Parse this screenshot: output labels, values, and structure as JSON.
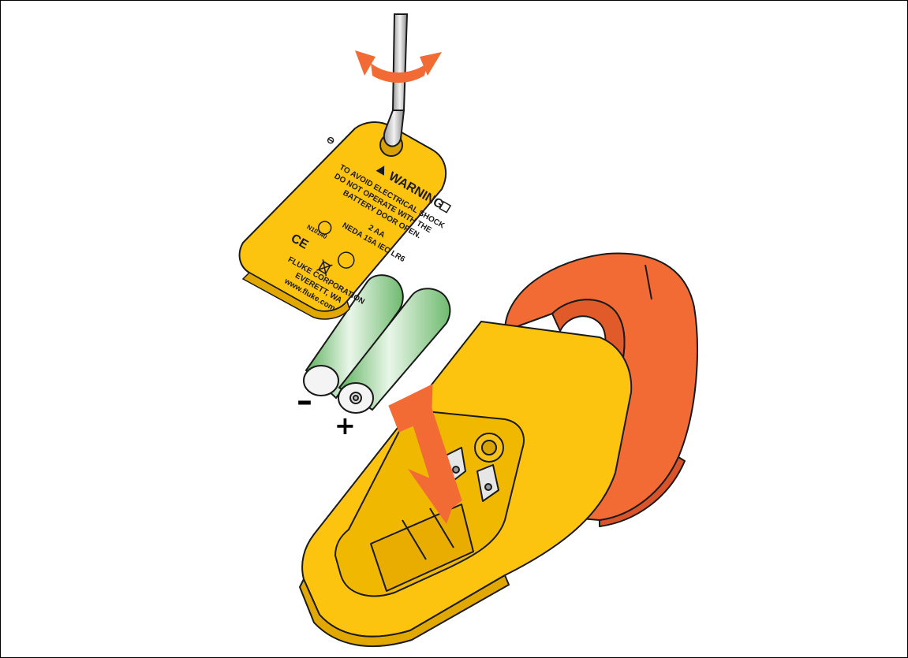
{
  "figure": {
    "polarity": {
      "minus": "–",
      "plus": "+"
    },
    "battery_door": {
      "warning_title": "WARNING",
      "warning_line1": "TO AVOID ELECTRICAL SHOCK",
      "warning_line2": "DO NOT OPERATE WITH THE",
      "warning_line3": "BATTERY DOOR OPEN.",
      "battery_spec": "2 AA",
      "battery_types": "NEDA 15A   IEC LR6",
      "mark_n": "N10140",
      "mark_ce": "CE",
      "company": "FLUKE CORPORATION",
      "city": "EVERETT, WA",
      "url": "www.fluke.com"
    },
    "colors": {
      "yellow": "#FDC40F",
      "orange": "#F26B35",
      "battery_green": "#7CC47C",
      "outline": "#1a1a1a"
    }
  }
}
